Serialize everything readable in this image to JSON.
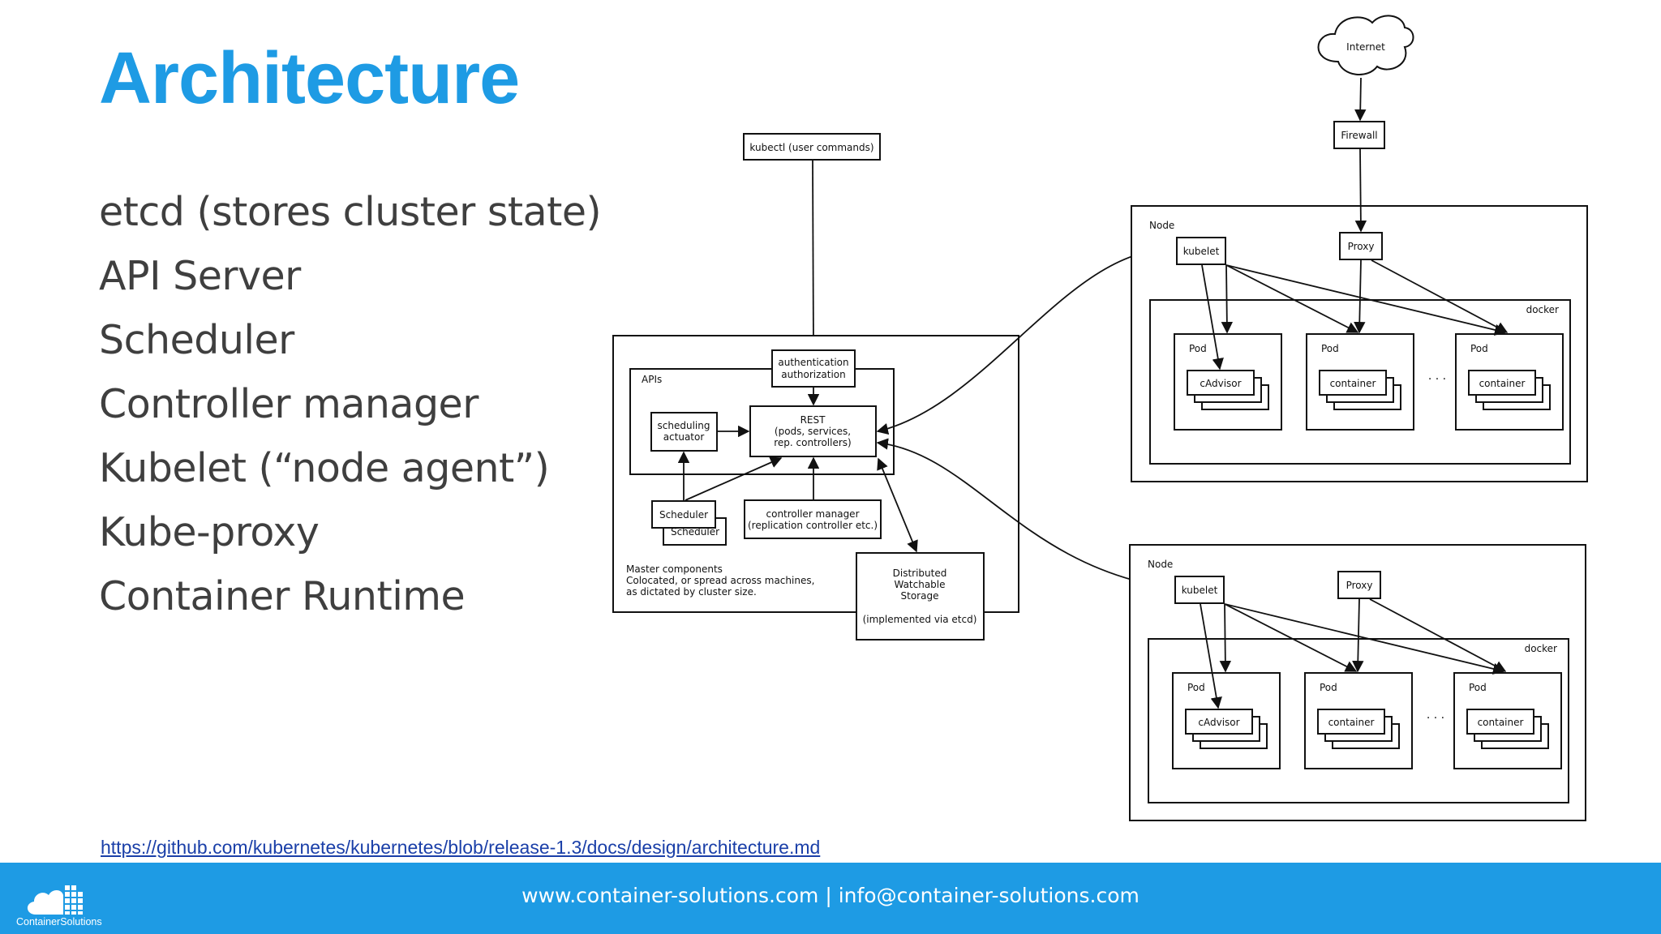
{
  "slide": {
    "title": "Architecture",
    "bullets": [
      "etcd (stores cluster state)",
      "API Server",
      "Scheduler",
      "Controller manager",
      "Kubelet (“node agent”)",
      "Kube-proxy",
      "Container Runtime"
    ],
    "source_link": "https://github.com/kubernetes/kubernetes/blob/release-1.3/docs/design/architecture.md"
  },
  "footer": {
    "contact": "www.container-solutions.com | info@container-solutions.com",
    "logo_text": "ContainerSolutions"
  },
  "colors": {
    "accent": "#1e9be4",
    "text": "#3f3f3f",
    "link": "#1a3fa8"
  },
  "diagram": {
    "internet": "Internet",
    "firewall": "Firewall",
    "kubectl": "kubectl (user commands)",
    "apis": "APIs",
    "auth": [
      "authentication",
      "authorization"
    ],
    "rest": [
      "REST",
      "(pods, services,",
      "rep. controllers)"
    ],
    "scheduling": [
      "scheduling",
      "actuator"
    ],
    "scheduler": "Scheduler",
    "controller_manager": [
      "controller manager",
      "(replication controller etc.)"
    ],
    "master_note": [
      "Master components",
      "Colocated, or spread across machines,",
      "as dictated by cluster size."
    ],
    "storage": [
      "Distributed",
      "Watchable",
      "Storage",
      "",
      "(implemented via etcd)"
    ],
    "node": "Node",
    "kubelet": "kubelet",
    "proxy": "Proxy",
    "docker": "docker",
    "pod": "Pod",
    "cadvisor": "cAdvisor",
    "container": "container",
    "ellipsis": "· · ·"
  }
}
